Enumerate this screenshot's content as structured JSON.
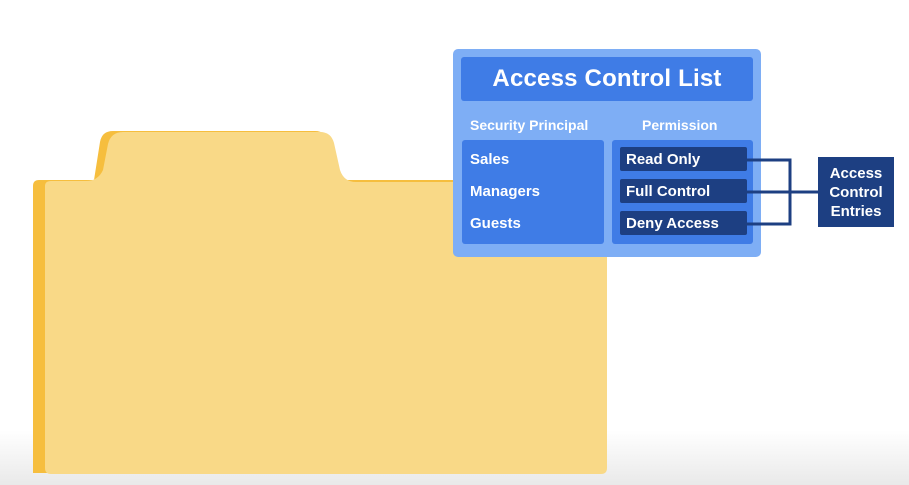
{
  "acl": {
    "title": "Access Control List",
    "headers": {
      "principal": "Security Principal",
      "permission": "Permission"
    },
    "principals": [
      "Sales",
      "Managers",
      "Guests"
    ],
    "permissions": [
      "Read Only",
      "Full Control",
      "Deny Access"
    ]
  },
  "ace_label": {
    "line1": "Access",
    "line2": "Control",
    "line3": "Entries"
  },
  "colors": {
    "folder_front": "#f9d987",
    "folder_back": "#f6be3e",
    "panel": "#7eaef5",
    "panel_accent": "#3f7ce6",
    "entry": "#1d3f82"
  }
}
